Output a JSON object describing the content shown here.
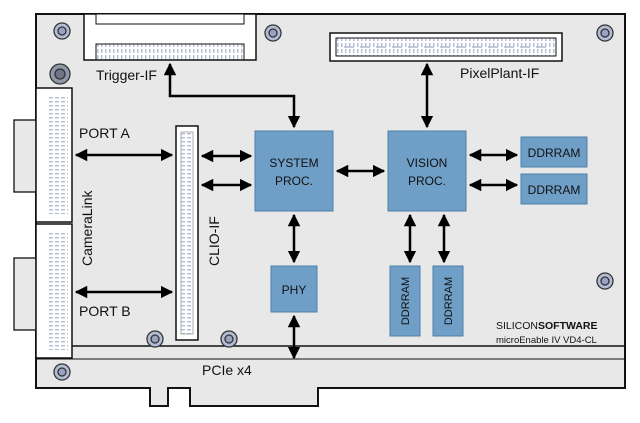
{
  "labels": {
    "trigger_if": "Trigger-IF",
    "pixelplant_if": "PixelPlant-IF",
    "port_a": "PORT A",
    "port_b": "PORT B",
    "cameralink": "CameraLink",
    "clio_if": "CLIO-IF",
    "system_proc_line1": "SYSTEM",
    "system_proc_line2": "PROC.",
    "vision_proc_line1": "VISION",
    "vision_proc_line2": "PROC.",
    "ddrram": "DDRRAM",
    "phy": "PHY",
    "pcie": "PCIe x4",
    "brand_prefix": "SILICON",
    "brand_suffix": "SOFTWARE",
    "model": "microEnable IV VD4-CL"
  },
  "colors": {
    "block_fill": "#6f9fc7",
    "block_stroke": "#4c7fa8",
    "board_fill": "#e8e8e8",
    "outline": "#111111",
    "connector_line": "#b3bcd6"
  }
}
